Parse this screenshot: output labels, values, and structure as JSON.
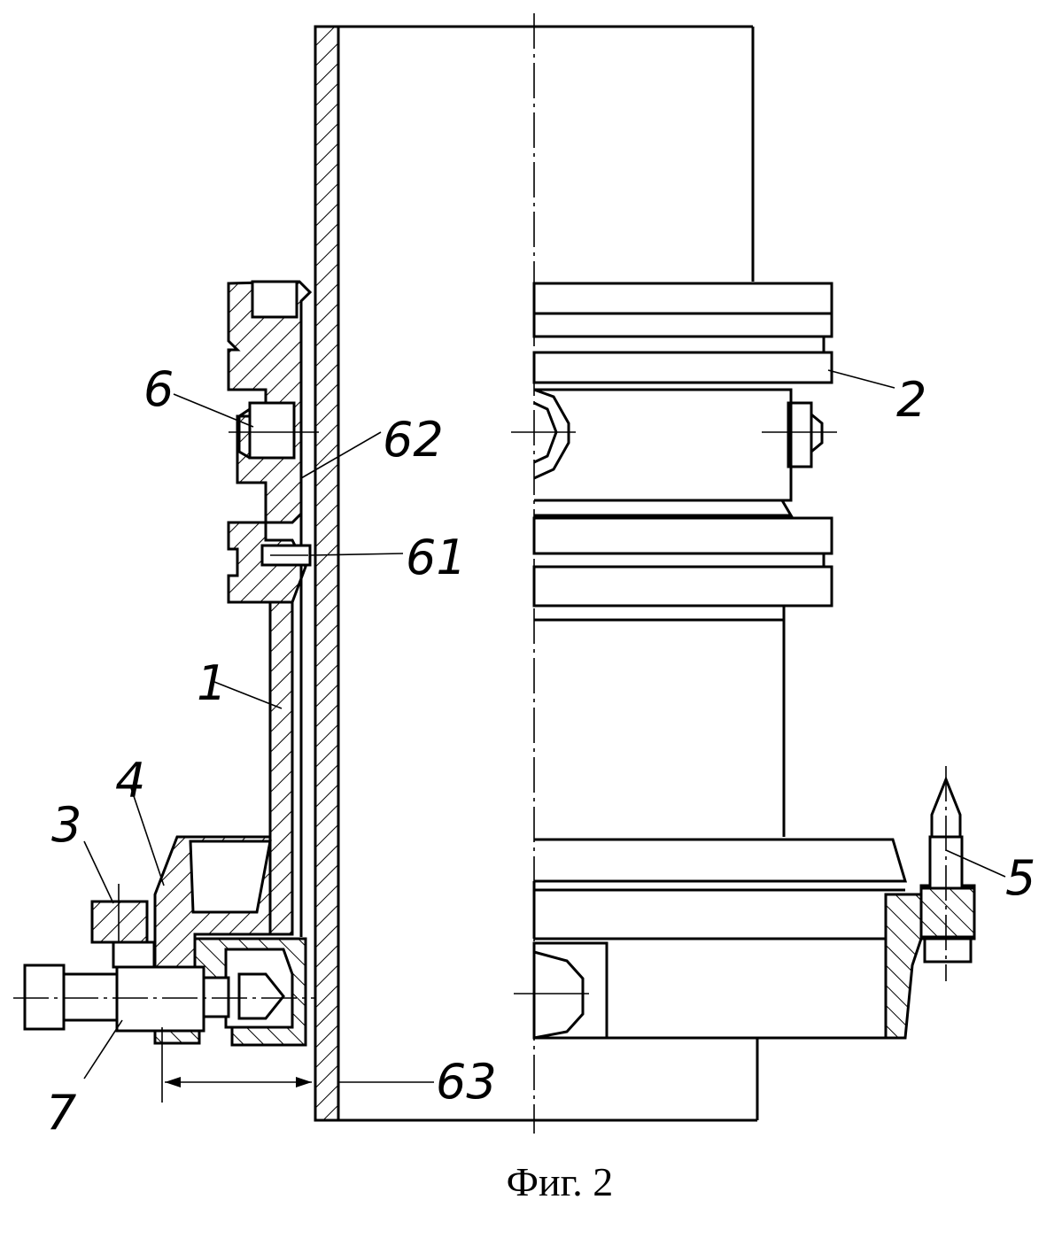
{
  "caption": "Фиг. 2",
  "labels": {
    "l1": "1",
    "l2": "2",
    "l3": "3",
    "l4": "4",
    "l5": "5",
    "l6": "6",
    "l7": "7",
    "l61": "61",
    "l62": "62",
    "l63": "63"
  }
}
